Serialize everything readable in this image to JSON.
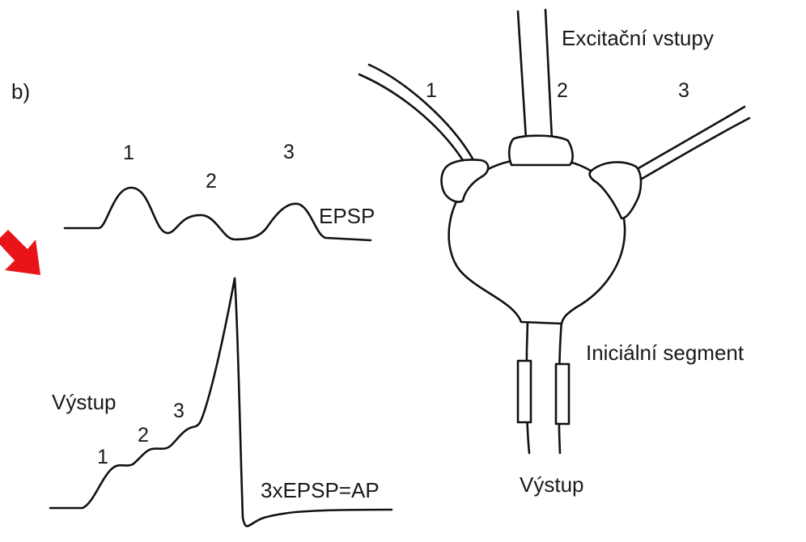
{
  "panel_label": "b)",
  "epsp_trace": {
    "label": "EPSP",
    "input_numbers": [
      "1",
      "2",
      "3"
    ]
  },
  "output_trace": {
    "label": "Výstup",
    "step_numbers": [
      "1",
      "2",
      "3"
    ],
    "equation": "3xEPSP=AP"
  },
  "neuron": {
    "inputs_title": "Excitační vstupy",
    "input_numbers": [
      "1",
      "2",
      "3"
    ],
    "initial_segment_label": "Iniciální segment",
    "output_label": "Výstup"
  },
  "colors": {
    "arrow": "#e8141a",
    "ink": "#111111"
  }
}
